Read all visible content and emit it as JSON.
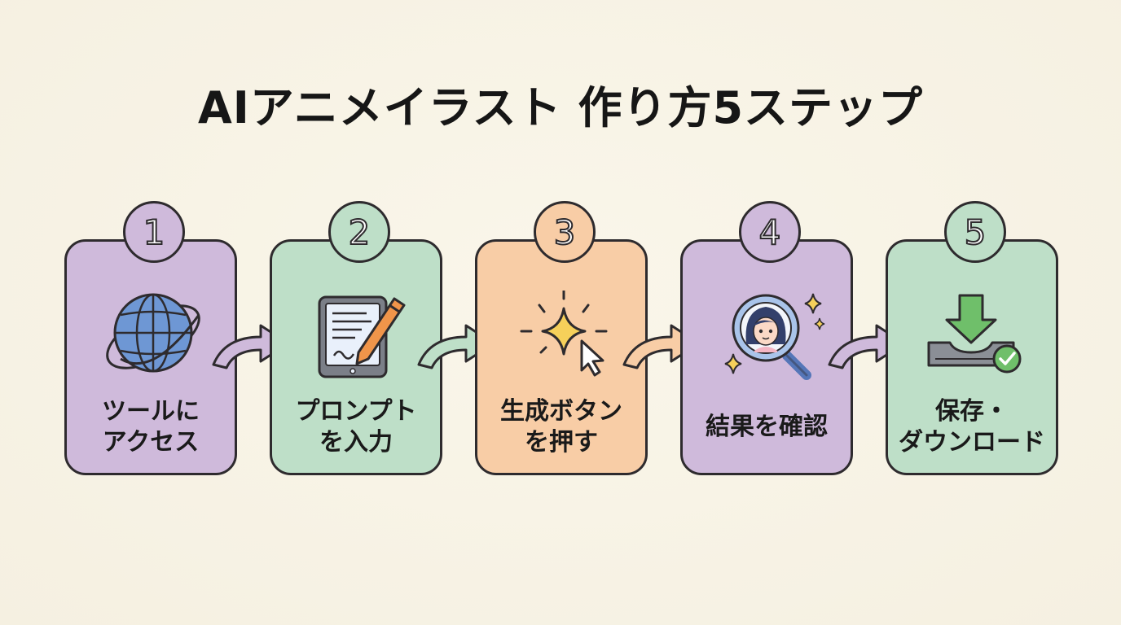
{
  "title": "AIアニメイラスト 作り方5ステップ",
  "steps": [
    {
      "number": "1",
      "line1": "ツールに",
      "line2": "アクセス",
      "color": "#cfbadb",
      "icon": "globe-icon"
    },
    {
      "number": "2",
      "line1": "プロンプト",
      "line2": "を入力",
      "color": "#bedfc8",
      "icon": "tablet-pencil-icon"
    },
    {
      "number": "3",
      "line1": "生成ボタン",
      "line2": "を押す",
      "color": "#f8cda6",
      "icon": "sparkle-cursor-icon"
    },
    {
      "number": "4",
      "line1": "結果を確認",
      "line2": "",
      "color": "#cfbadb",
      "icon": "magnifier-character-icon"
    },
    {
      "number": "5",
      "line1": "保存・",
      "line2": "ダウンロード",
      "color": "#bedfc8",
      "icon": "download-check-icon"
    }
  ],
  "arrow_colors": [
    "#cfbadb",
    "#bedfc8",
    "#f8cda6",
    "#cfbadb"
  ]
}
